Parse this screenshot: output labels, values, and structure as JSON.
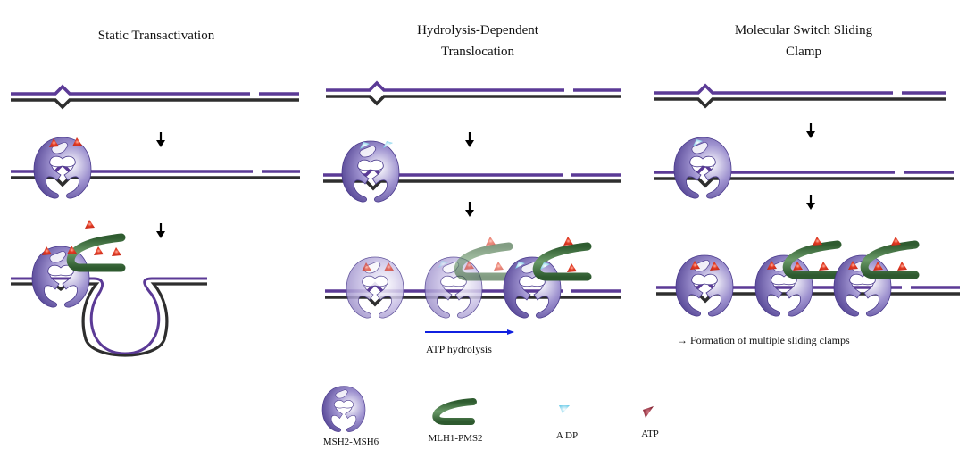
{
  "panels": [
    {
      "id": "static",
      "title_lines": [
        "Static Transactivation"
      ],
      "caption": null
    },
    {
      "id": "hydrolysis",
      "title_lines": [
        "Hydrolysis-Dependent",
        "Translocation"
      ],
      "caption": "ATP hydrolysis"
    },
    {
      "id": "switch",
      "title_lines": [
        "Molecular Switch  Sliding",
        "Clamp"
      ],
      "caption": "Formation of multiple sliding clamps",
      "caption_prefix": "→"
    }
  ],
  "legend": [
    {
      "icon": "msh2-msh6-icon",
      "label": "MSH2-MSH6"
    },
    {
      "icon": "mlh1-pms2-icon",
      "label": "MLH1-PMS2"
    },
    {
      "icon": "adp-icon",
      "label": "A DP"
    },
    {
      "icon": "atp-icon",
      "label": "ATP"
    }
  ],
  "colors": {
    "dna_top": "#5b3a96",
    "dna_bottom": "#2e2e2e",
    "clamp": "#6f5fb0",
    "clamp_light": "#ece8f7",
    "mlh1": "#3f7040",
    "atp": "#d93a22",
    "adp": "#8fdcf2",
    "atp_legend": "#8a1c2a",
    "hydrolysis_arrow": "#1020e0"
  }
}
